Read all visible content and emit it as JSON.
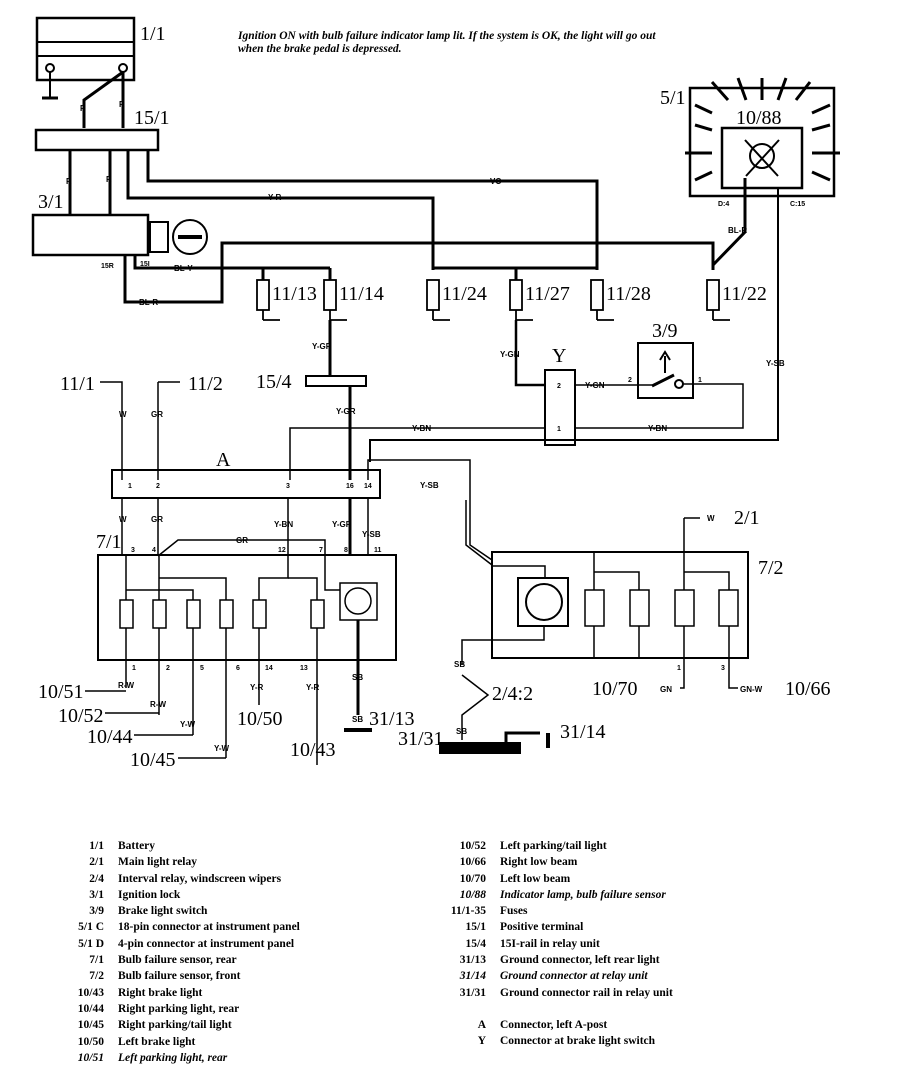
{
  "note": "Ignition ON with bulb failure indicator lamp lit. If the system is OK, the light will go out when the brake pedal is depressed.",
  "components": {
    "battery": "1/1",
    "positive_terminal": "15/1",
    "ignition_lock": "3/1",
    "instrument_panel": "5/1",
    "indicator_lamp": "10/88",
    "fuses": [
      "11/13",
      "11/14",
      "11/24",
      "11/27",
      "11/28",
      "11/22"
    ],
    "rail_relay": "15/4",
    "connector_y": "Y",
    "brake_switch": "3/9",
    "fuse_11_1": "11/1",
    "fuse_11_2": "11/2",
    "connector_a": "A",
    "sensor_rear": "7/1",
    "sensor_front": "7/2",
    "main_relay": "2/1",
    "interval_relay": "2/4:2",
    "left_low_beam": "10/70",
    "right_low_beam": "10/66",
    "ground_31_13": "31/13",
    "ground_31_31": "31/31",
    "ground_31_14": "31/14",
    "lamps_rear": [
      "10/51",
      "10/52",
      "10/44",
      "10/45",
      "10/50",
      "10/43"
    ]
  },
  "wires": {
    "r": "R",
    "yr": "Y-R",
    "vo": "VO",
    "bly": "BL-Y",
    "blr": "BL-R",
    "ygr": "Y-GR",
    "ygn": "Y-GN",
    "ybn": "Y-BN",
    "ysb": "Y-SB",
    "w": "W",
    "gr": "GR",
    "rw": "R-W",
    "yw": "Y-W",
    "sb": "SB",
    "gn": "GN",
    "gnw": "GN-W"
  },
  "pins": {
    "d4": "D:4",
    "c15": "C:15",
    "p15r": "15R",
    "p15i": "15I",
    "a": [
      "1",
      "2",
      "3",
      "16",
      "14"
    ],
    "s71_top": [
      "3",
      "4",
      "12",
      "7",
      "8",
      "11"
    ],
    "s71_bottom": [
      "1",
      "2",
      "5",
      "6",
      "14",
      "13"
    ],
    "y": [
      "2",
      "1"
    ],
    "s39": [
      "2",
      "1"
    ],
    "s72": [
      "1",
      "3"
    ]
  },
  "legend_left": [
    {
      "code": "1/1",
      "desc": "Battery"
    },
    {
      "code": "2/1",
      "desc": "Main light relay"
    },
    {
      "code": "2/4",
      "desc": "Interval relay, windscreen wipers"
    },
    {
      "code": "3/1",
      "desc": "Ignition lock"
    },
    {
      "code": "3/9",
      "desc": "Brake light switch"
    },
    {
      "code": "5/1 C",
      "desc": "18-pin connector at instrument panel"
    },
    {
      "code": "5/1 D",
      "desc": "4-pin connector at instrument panel"
    },
    {
      "code": "7/1",
      "desc": "Bulb failure sensor, rear"
    },
    {
      "code": "7/2",
      "desc": "Bulb failure sensor, front"
    },
    {
      "code": "10/43",
      "desc": "Right brake light"
    },
    {
      "code": "10/44",
      "desc": "Right parking light, rear"
    },
    {
      "code": "10/45",
      "desc": "Right parking/tail light"
    },
    {
      "code": "10/50",
      "desc": "Left brake light"
    },
    {
      "code": "10/51",
      "desc": "Left parking light, rear"
    }
  ],
  "legend_right": [
    {
      "code": "10/52",
      "desc": "Left parking/tail light"
    },
    {
      "code": "10/66",
      "desc": "Right low beam"
    },
    {
      "code": "10/70",
      "desc": "Left low beam"
    },
    {
      "code": "10/88",
      "desc": "Indicator lamp, bulb failure sensor"
    },
    {
      "code": "11/1-35",
      "desc": "Fuses"
    },
    {
      "code": "15/1",
      "desc": "Positive terminal"
    },
    {
      "code": "15/4",
      "desc": "15I-rail in relay unit"
    },
    {
      "code": "31/13",
      "desc": "Ground connector, left rear light"
    },
    {
      "code": "31/14",
      "desc": "Ground connector at relay unit"
    },
    {
      "code": "31/31",
      "desc": "Ground connector rail in relay unit"
    }
  ],
  "legend_connectors": [
    {
      "code": "A",
      "desc": "Connector, left A-post"
    },
    {
      "code": "Y",
      "desc": "Connector at brake light switch"
    }
  ]
}
